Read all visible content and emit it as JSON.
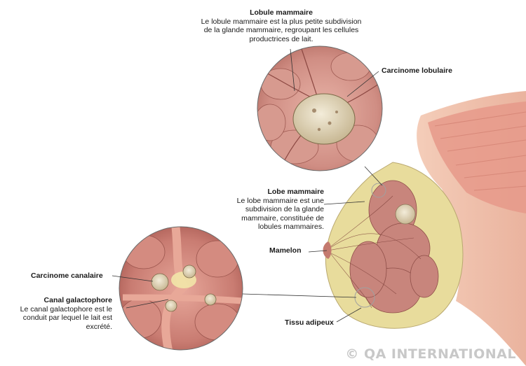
{
  "labels": {
    "lobule": {
      "title": "Lobule mammaire",
      "description": "Le lobule mammaire est la plus petite subdivision de la glande mammaire, regroupant les cellules productrices de lait."
    },
    "carcinome_lobulaire": "Carcinome lobulaire",
    "lobe": {
      "title": "Lobe mammaire",
      "description": "Le lobe mammaire est une subdivision de la glande mammaire, constituée de lobules mammaires."
    },
    "mamelon": "Mamelon",
    "carcinome_canalaire": "Carcinome canalaire",
    "canal": {
      "title": "Canal galactophore",
      "description": "Le canal galactophore est le conduit par lequel le lait est excrété."
    },
    "tissu_adipeux": "Tissu adipeux"
  },
  "watermark": "© QA INTERNATIONAL",
  "colors": {
    "skin": "#f0c2ac",
    "muscle": "#e6998a",
    "fat": "#e8dc9c",
    "tissue": "#c8857c",
    "tumor": "#e8ddc4"
  }
}
